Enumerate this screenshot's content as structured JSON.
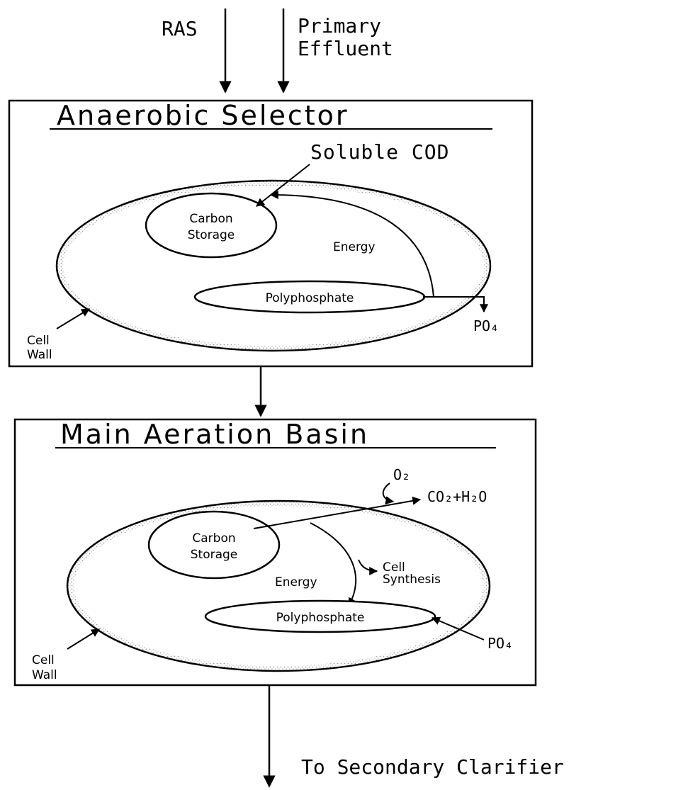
{
  "inputs": {
    "ras": "RAS",
    "primary_effluent_line1": "Primary",
    "primary_effluent_line2": "Effluent"
  },
  "anaerobic_selector": {
    "title": "Anaerobic Selector",
    "soluble_cod": "Soluble COD",
    "carbon_storage_line1": "Carbon",
    "carbon_storage_line2": "Storage",
    "energy": "Energy",
    "polyphosphate": "Polyphosphate",
    "po4": "PO₄",
    "cell_wall_line1": "Cell",
    "cell_wall_line2": "Wall"
  },
  "main_aeration_basin": {
    "title": "Main Aeration Basin",
    "o2": "O₂",
    "co2_h2o": "CO₂+H₂O",
    "carbon_storage_line1": "Carbon",
    "carbon_storage_line2": "Storage",
    "energy": "Energy",
    "cell_synthesis_line1": "Cell",
    "cell_synthesis_line2": "Synthesis",
    "polyphosphate": "Polyphosphate",
    "po4": "PO₄",
    "cell_wall_line1": "Cell",
    "cell_wall_line2": "Wall"
  },
  "output": {
    "to_secondary_clarifier": "To Secondary Clarifier"
  },
  "colors": {
    "line": "#000000",
    "background": "#ffffff",
    "cell_wall_stipple": "#9a9a9a"
  }
}
